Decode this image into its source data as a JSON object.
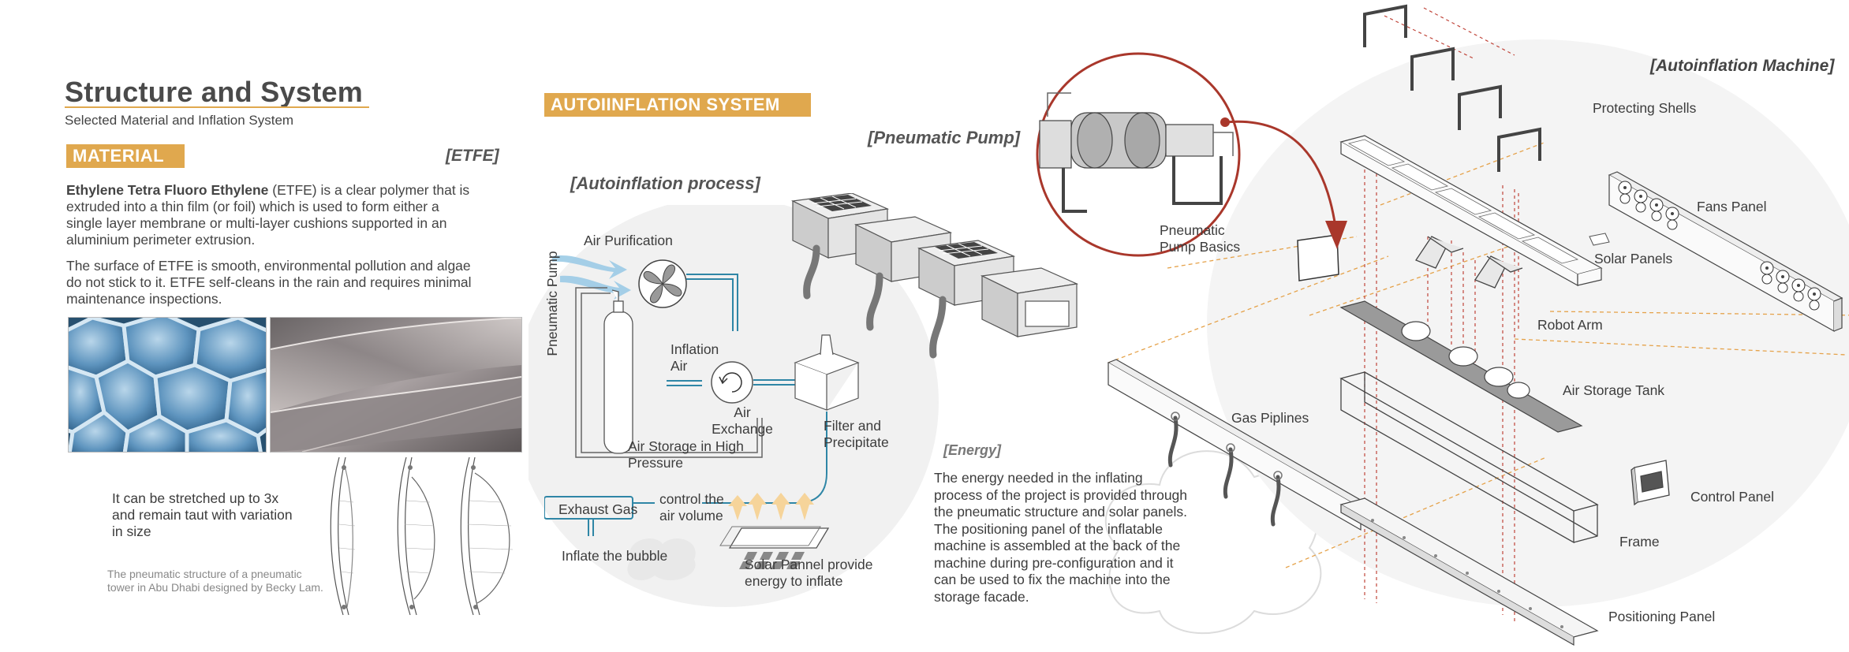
{
  "header": {
    "title": "Structure and System",
    "subtitle": "Selected Material and Inflation System"
  },
  "material": {
    "tag": "MATERIAL",
    "heading": "[ETFE]",
    "para1_bold": "Ethylene Tetra Fluoro Ethylene",
    "para1_rest": " (ETFE) is a clear polymer that is extruded into a thin film (or foil) which is used to form either a single layer membrane or multi-layer cushions supported in an aluminium perimeter extrusion.",
    "para2": "The surface of ETFE is smooth, environmental pollution and algae do not stick to it. ETFE self-cleans in the rain and requires minimal maintenance inspections.",
    "stretch_note": "It can be stretched up to 3x and remain taut with variation in size",
    "caption": "The  pneumatic structure  of a pneumatic tower in Abu Dhabi designed by Becky Lam."
  },
  "autoinflation": {
    "tag": "AUTOIINFLATION SYSTEM",
    "process_heading": "[Autoinflation process]",
    "pump_heading": "[Pneumatic Pump]",
    "labels": {
      "air_purification": "Air Purification",
      "inflation_air": "Inflation Air",
      "air_exchange": "Air Exchange",
      "pneumatic_pump": "Pneumatic Pump",
      "air_storage": "Air Storage in High Pressure",
      "filter": "Filter and Precipitate",
      "exhaust_gas": "Exhaust Gas",
      "control_air": "control the air volume",
      "inflate_bubble": "Inflate the bubble",
      "solar_pannel": "Solar Pannel provide energy to inflate"
    },
    "energy_heading": "[Energy]",
    "energy_text": "The energy needed in the inflating process of the project is provided through the pneumatic structure and solar panels. The positioning panel of the inflatable machine is assembled at the back of the machine during pre-configuration and it can be used to fix the machine into the storage facade."
  },
  "machine": {
    "heading": "[Autoinflation Machine]",
    "pump_basics": "Pneumatic Pump Basics",
    "parts": {
      "protecting_shells": "Protecting Shells",
      "fans_panel": "Fans Panel",
      "solar_panels": "Solar Panels",
      "robot_arm": "Robot Arm",
      "air_storage_tank": "Air Storage Tank",
      "gas_piplines": "Gas Piplines",
      "control_panel": "Control Panel",
      "frame": "Frame",
      "positioning_panel": "Positioning Panel"
    }
  },
  "colors": {
    "accent": "#e0a84e",
    "flow_blue": "#2f86a6",
    "pump_red": "#a9372b",
    "guide_orange": "#e5a24a"
  }
}
